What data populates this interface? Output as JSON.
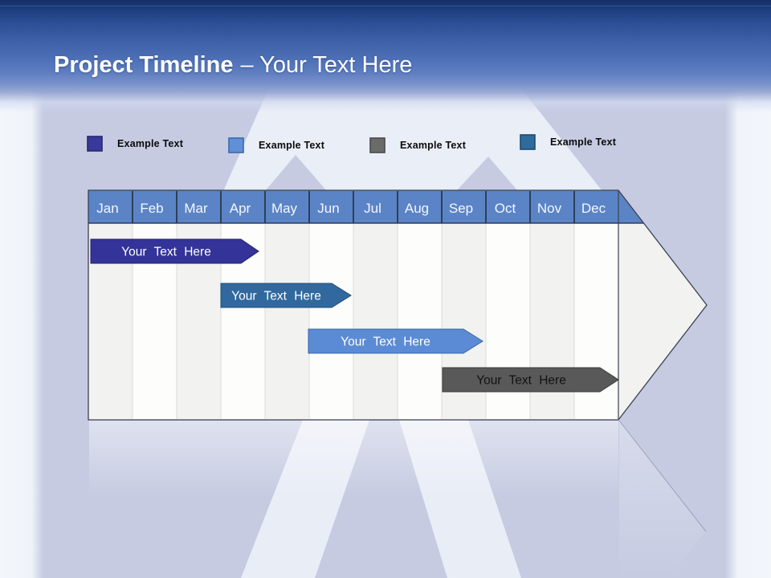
{
  "slide": {
    "title_main": "Project Timeline",
    "title_suffix": "– Your Text Here"
  },
  "legend": {
    "items": [
      {
        "label": "Example Text",
        "color": "#39399B"
      },
      {
        "label": "Example Text",
        "color": "#6090D6"
      },
      {
        "label": "Example Text",
        "color": "#6B6B6B"
      },
      {
        "label": "Example Text",
        "color": "#2E6B9D"
      }
    ]
  },
  "timeline": {
    "months": [
      "Jan",
      "Feb",
      "Mar",
      "Apr",
      "May",
      "Jun",
      "Jul",
      "Aug",
      "Sep",
      "Oct",
      "Nov",
      "Dec"
    ],
    "header_fill": "#5B84C6",
    "bars": [
      {
        "label": "Your Text Here",
        "color": "#333399",
        "text_color": "#FFFFFF",
        "start_month": "Jan",
        "end_month": "Apr"
      },
      {
        "label": "Your Text Here",
        "color": "#31699E",
        "text_color": "#FFFFFF",
        "start_month": "Apr",
        "end_month": "Jun"
      },
      {
        "label": "Your Text Here",
        "color": "#5B8BD5",
        "text_color": "#FFFFFF",
        "start_month": "Jun",
        "end_month": "Sep"
      },
      {
        "label": "Your Text Here",
        "color": "#595959",
        "text_color": "#111111",
        "start_month": "Sep",
        "end_month": "Dec"
      }
    ]
  },
  "colors": {
    "header_gradient_top": "#142F68",
    "header_gradient_mid": "#4C6FB6",
    "background": "#C6CBE2",
    "watermark": "#EAEEF7",
    "table_body": "#F2F2F0",
    "table_column_alt": "#FDFDFC"
  }
}
